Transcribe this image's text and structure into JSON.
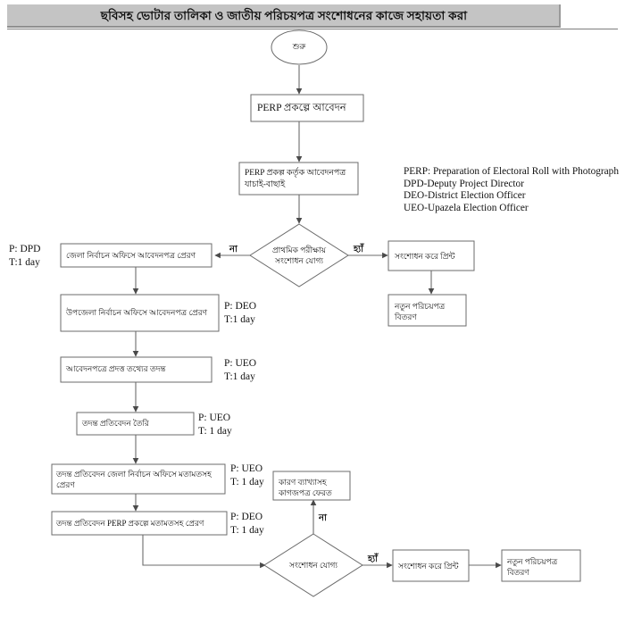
{
  "header": {
    "title": "ছবিসহ ভোটার তালিকা ও জাতীয় পরিচয়পত্র সংশোধনের কাজে সহায়তা করা"
  },
  "legend": {
    "lines": "PERP: Preparation of Electoral Roll with Photograph\nDPD-Deputy Project Director\nDEO-District Election Officer\nUEO-Upazela Election Officer"
  },
  "nodes": {
    "start": {
      "label": "শুরু",
      "shape": "ellipse"
    },
    "apply": {
      "label": "PERP প্রকল্পে আবেদন",
      "shape": "process"
    },
    "screen": {
      "label": "PERP প্রকল্প কর্তৃক আবেদনপত্র\nযাচাই-বাছাই",
      "shape": "process"
    },
    "decision1": {
      "label": "প্রাথমিক পরীক্ষায়\nসংশোধন যোগ্য",
      "shape": "decision"
    },
    "correct_print_1": {
      "label": "সংশোধন করে প্রিন্ট",
      "shape": "process"
    },
    "distribute_1": {
      "label": "নতুন পরিচয়পত্র\nবিতরণ",
      "shape": "process"
    },
    "send_district": {
      "label": "জেলা নির্বাচন অফিসে আবেদনপত্র প্রেরণ",
      "shape": "process"
    },
    "send_upazila": {
      "label": "উপজেলা নির্বাচন অফিসে আবেদনপত্র প্রেরণ",
      "shape": "process"
    },
    "investigate": {
      "label": "আবেদনপত্রে প্রদত্ত তথ্যের তদন্ত",
      "shape": "process"
    },
    "make_report": {
      "label": "তদন্ত প্রতিবেদন তৈরি",
      "shape": "process"
    },
    "report_to_district": {
      "label": "তদন্ত প্রতিবেদন জেলা নির্বাচন অফিসে মতামতসহ\nপ্রেরণ",
      "shape": "process"
    },
    "report_to_perp": {
      "label": "তদন্ত প্রতিবেদন PERP প্রকল্পে মতামতসহ প্রেরণ",
      "shape": "process"
    },
    "return_docs": {
      "label": "কারণ ব্যাখ্যাসহ\nকাগজপত্র ফেরত",
      "shape": "process"
    },
    "decision2": {
      "label": "সংশোধন যোগ্য",
      "shape": "decision"
    },
    "correct_print_2": {
      "label": "সংশোধন করে প্রিন্ট",
      "shape": "process"
    },
    "distribute_2": {
      "label": "নতুন পরিচয়পত্র\nবিতরণ",
      "shape": "process"
    }
  },
  "edge_labels": {
    "d1_no": "না",
    "d1_yes": "হ্যাঁ",
    "d2_no": "না",
    "d2_yes": "হ্যাঁ"
  },
  "annotations": {
    "dpd": "P: DPD\nT:1 day",
    "deo_1": "P: DEO\nT:1 day",
    "ueo_1": "P: UEO\nT:1 day",
    "ueo_2": "P: UEO\nT: 1 day",
    "ueo_3": "P: UEO\nT: 1 day",
    "deo_2": "P: DEO\nT: 1 day"
  },
  "colors": {
    "header_fill": "#c4c4c4",
    "stroke": "#6b6b6b",
    "node_fill": "#ffffff",
    "text": "#111111"
  }
}
